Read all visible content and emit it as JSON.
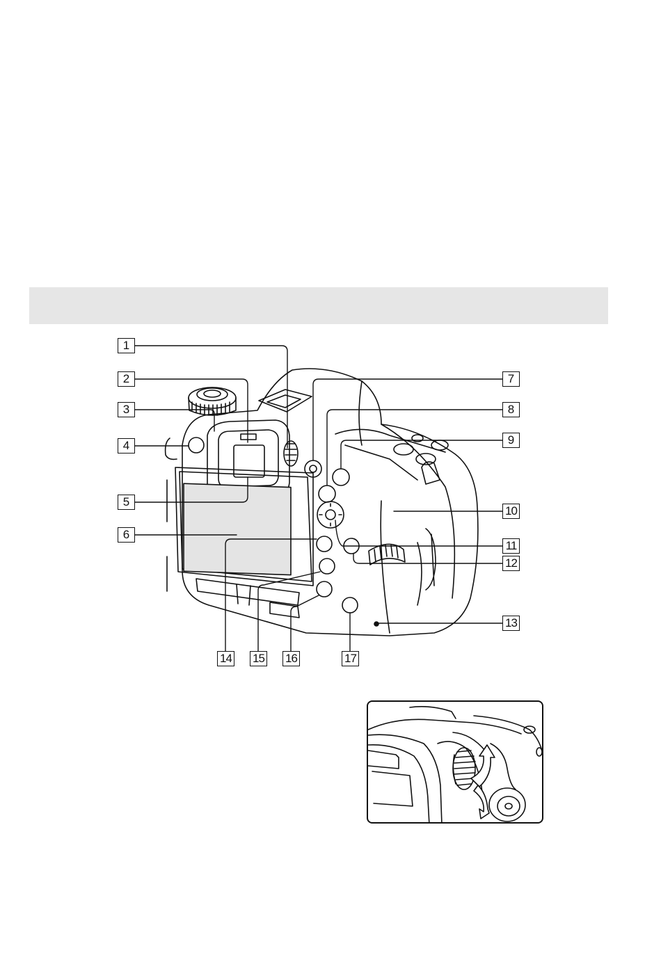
{
  "callouts": [
    {
      "label": "1"
    },
    {
      "label": "2"
    },
    {
      "label": "3"
    },
    {
      "label": "4"
    },
    {
      "label": "5"
    },
    {
      "label": "6"
    },
    {
      "label": "7"
    },
    {
      "label": "8"
    },
    {
      "label": "9"
    },
    {
      "label": "10"
    },
    {
      "label": "11"
    },
    {
      "label": "12"
    },
    {
      "label": "13"
    },
    {
      "label": "14"
    },
    {
      "label": "15"
    },
    {
      "label": "16"
    },
    {
      "label": "17"
    }
  ],
  "colors": {
    "band": "#e6e6e6",
    "line": "#111111",
    "screen": "#e4e4e4"
  },
  "icons": [
    "camera-back-illustration",
    "diopter-dial-detail",
    "rotation-arrow-icon"
  ]
}
